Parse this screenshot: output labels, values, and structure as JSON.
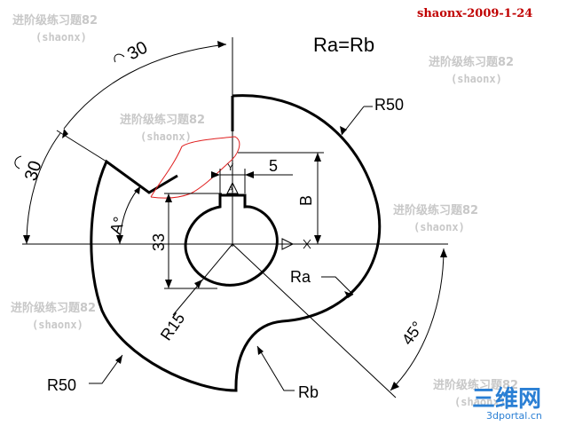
{
  "header": {
    "author_tag": "shaonx-2009-1-24",
    "author_color": "#c00000",
    "formula": "Ra=Rb"
  },
  "watermark": {
    "line1": "进阶级练习题82",
    "line2": "(shaonx)"
  },
  "dimensions": {
    "angle_top": "30",
    "angle_left": "30",
    "radius_top_right": "R50",
    "width_key": "5",
    "height_b": "B",
    "angle_a": "A°",
    "height_33": "33",
    "radius_ra": "Ra",
    "radius_r15": "R15",
    "angle_45": "45°",
    "radius_bottom_left": "R50",
    "radius_rb": "Rb",
    "label_y": "Y",
    "label_a_small": "A",
    "label_x": "X"
  },
  "logo": {
    "big": "三维网",
    "small": "3dportal.cn",
    "color": "#2a7fd4"
  },
  "colors": {
    "line": "#000000",
    "sketch": "#e02020",
    "watermark": "#c8c8c8"
  }
}
